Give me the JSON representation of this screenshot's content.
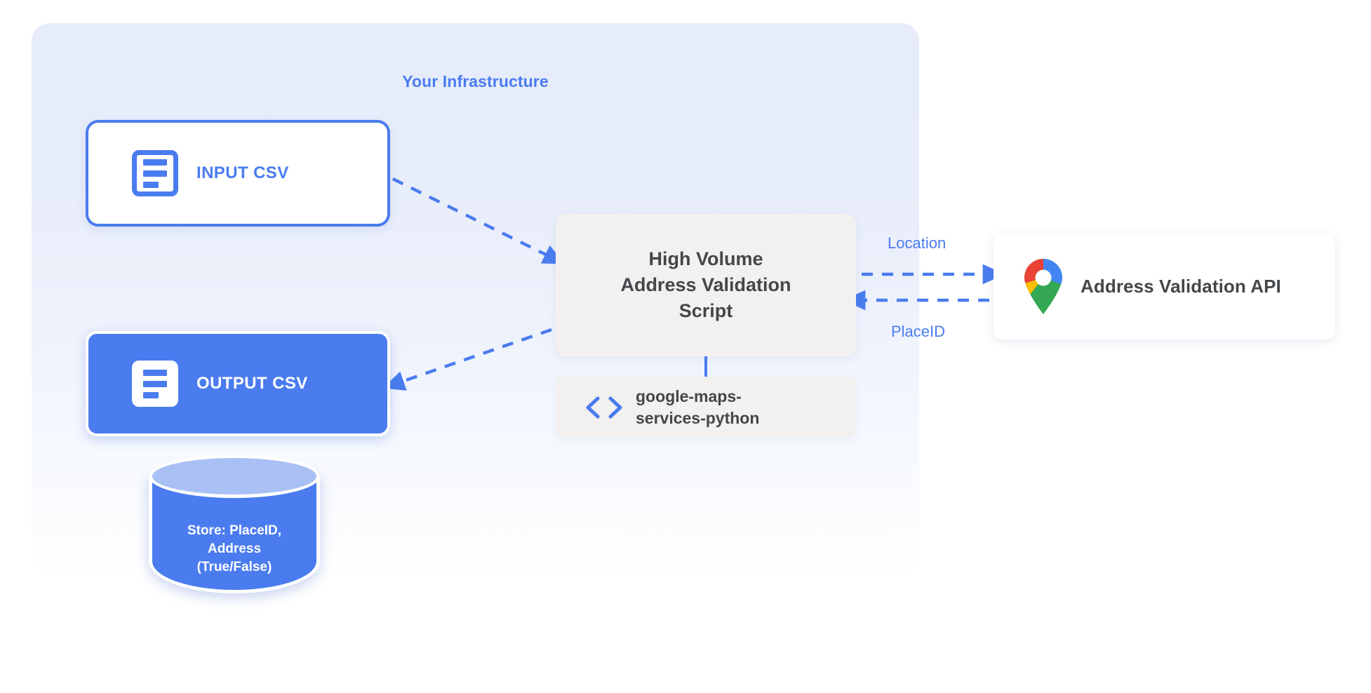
{
  "panel": {
    "title": "Your Infrastructure"
  },
  "nodes": {
    "input_csv": {
      "label": "INPUT CSV",
      "icon": "document-lines-icon"
    },
    "output_csv": {
      "label": "OUTPUT CSV",
      "icon": "document-lines-icon"
    },
    "script": {
      "line1": "High Volume",
      "line2": "Address Validation",
      "line3": "Script"
    },
    "library": {
      "line1": "google-maps-",
      "line2": "services-python",
      "icon": "code-brackets-icon"
    },
    "api": {
      "label": "Address Validation API",
      "icon": "google-maps-pin-icon"
    },
    "database": {
      "line1": "Store: PlaceID,",
      "line2": "Address",
      "line3": "(True/False)"
    }
  },
  "flows": {
    "location_label": "Location",
    "placeid_label": "PlaceID"
  },
  "colors": {
    "accent_blue": "#4a7cf0",
    "panel_bg": "#e6ecf9",
    "card_gray": "#f2f1f0",
    "text_dark": "#44474a",
    "db_top": "#a8c0f3",
    "maps_blue": "#4285f4",
    "maps_red": "#ea4335",
    "maps_yellow": "#fbbc04",
    "maps_green": "#34a853"
  }
}
